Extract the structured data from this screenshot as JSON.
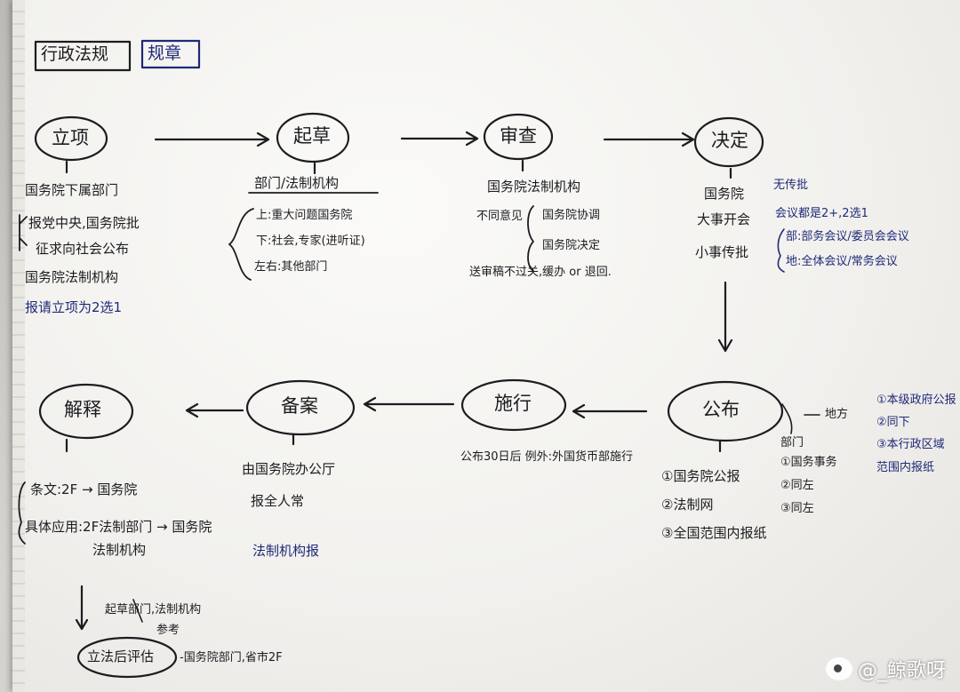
{
  "header": {
    "tag1": "行政法规",
    "tag2": "规章"
  },
  "nodes": {
    "lixiang": "立项",
    "qicao": "起草",
    "shencha": "审查",
    "jueding": "决定",
    "gongbu": "公布",
    "shixing": "施行",
    "beian": "备案",
    "jieshi": "解释",
    "pinggu": "立法后评估"
  },
  "lixiang": {
    "sub": "国务院下属部门",
    "line1": "报党中央,国务院批",
    "line2": "征求向社会公布",
    "line3": "国务院法制机构",
    "note": "报请立项为2选1"
  },
  "qicao": {
    "sub": "部门/法制机构",
    "item1": "上:重大问题国务院",
    "item2": "下:社会,专家(进听证)",
    "item3": "左右:其他部门"
  },
  "shencha": {
    "sub": "国务院法制机构",
    "label": "不同意见",
    "opt1": "国务院协调",
    "opt2": "国务院决定",
    "note": "送审稿不过关,缓办 or 退回."
  },
  "jueding": {
    "line1": "国务院",
    "line2": "大事开会",
    "line3": "小事传批",
    "side": "无传批",
    "side2": "会议都是2+,2选1",
    "side3": "部:部务会议/委员会会议",
    "side4": "地:全体会议/常务会议"
  },
  "gongbu": {
    "item1": "①国务院公报",
    "item2": "②法制网",
    "item3": "③全国范围内报纸",
    "label": "部门",
    "dept1": "①国务事务",
    "dept2": "②同左",
    "dept3": "③同左",
    "local": "地方",
    "local1": "①本级政府公报",
    "local2": "②同下",
    "local3": "③本行政区域",
    "local4": "范围内报纸"
  },
  "shixing": {
    "text": "公布30日后 例外:外国货币部施行"
  },
  "beian": {
    "line1": "由国务院办公厅",
    "line2": "报全人常",
    "note": "法制机构报"
  },
  "jieshi": {
    "line1": "条文:2F → 国务院",
    "line2": "具体应用:2F法制部门 → 国务院",
    "line3": "法制机构",
    "bottom1": "起草部门,法制机构",
    "bottom2": "参考",
    "bottom3": "-国务院部门,省市2F"
  },
  "watermark": {
    "text": "@_鲸歌呀"
  },
  "colors": {
    "ink": "#1c1c20",
    "blue_ink": "#1e2a78",
    "paper": "#f4f3f0"
  }
}
